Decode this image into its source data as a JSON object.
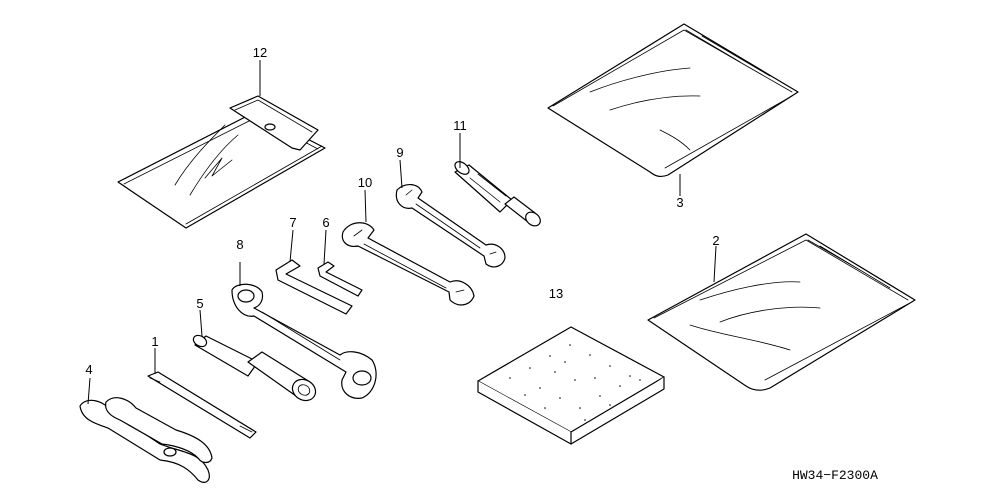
{
  "diagram": {
    "drawing_code": "HW34−F2300A",
    "callouts": [
      {
        "id": "1",
        "part": "screwdriver-icon"
      },
      {
        "id": "2",
        "part": "tool-bag-icon"
      },
      {
        "id": "3",
        "part": "tool-bag-icon"
      },
      {
        "id": "4",
        "part": "pliers-icon"
      },
      {
        "id": "5",
        "part": "spark-plug-wrench-icon"
      },
      {
        "id": "6",
        "part": "hex-wrench-icon"
      },
      {
        "id": "7",
        "part": "hex-wrench-icon"
      },
      {
        "id": "8",
        "part": "box-end-wrench-icon"
      },
      {
        "id": "9",
        "part": "open-end-wrench-icon"
      },
      {
        "id": "10",
        "part": "open-end-wrench-icon"
      },
      {
        "id": "11",
        "part": "screwdriver-handle-icon"
      },
      {
        "id": "12",
        "part": "tool-case-icon"
      },
      {
        "id": "13",
        "part": "cleaning-pad-icon"
      }
    ]
  }
}
